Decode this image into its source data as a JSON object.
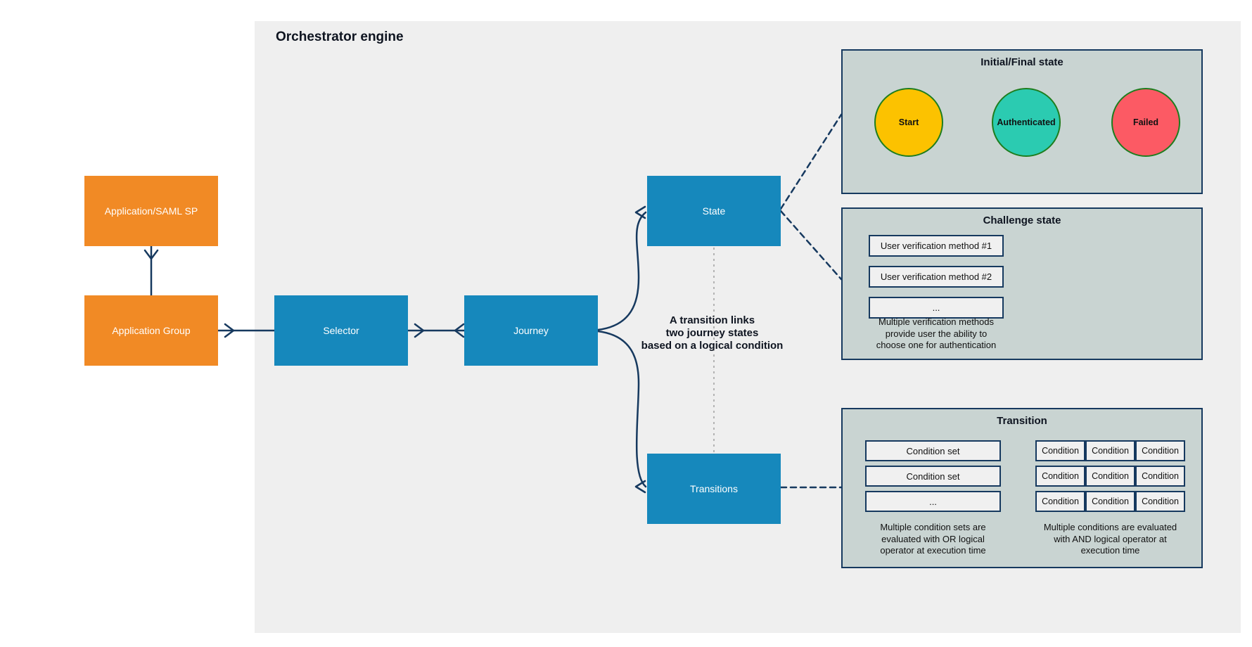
{
  "engine": {
    "title": "Orchestrator engine"
  },
  "nodes": {
    "app_saml": {
      "label": "Application/SAML SP"
    },
    "app_group": {
      "label": "Application Group"
    },
    "selector": {
      "label": "Selector"
    },
    "journey": {
      "label": "Journey"
    },
    "state": {
      "label": "State"
    },
    "transitions": {
      "label": "Transitions"
    }
  },
  "note": {
    "line1": "A transition links",
    "line2": "two journey states",
    "line3": "based on a logical condition"
  },
  "panels": {
    "initial_final": {
      "title": "Initial/Final state",
      "states": [
        {
          "label": "Start",
          "color": "#fcc200"
        },
        {
          "label": "Authenticated",
          "color": "#2bcbb1"
        },
        {
          "label": "Failed",
          "color": "#fc5a64"
        }
      ]
    },
    "challenge": {
      "title": "Challenge state",
      "methods": [
        "User verification method #1",
        "User verification method #2",
        "..."
      ],
      "caption": [
        "Multiple verification methods",
        "provide user the ability to",
        "choose one for authentication"
      ]
    },
    "transition": {
      "title": "Transition",
      "condition_sets": [
        "Condition set",
        "Condition set",
        "..."
      ],
      "or_caption": [
        "Multiple condition sets are",
        "evaluated with OR logical",
        "operator at execution time"
      ],
      "conditions": [
        [
          "Condition",
          "Condition",
          "Condition"
        ],
        [
          "Condition",
          "Condition",
          "Condition"
        ],
        [
          "Condition",
          "Condition",
          "Condition"
        ]
      ],
      "and_caption": [
        "Multiple conditions are evaluated",
        "with AND logical operator at",
        "execution time"
      ]
    }
  },
  "colors": {
    "accent_navy": "#16395f",
    "node_blue": "#1688bc",
    "node_orange": "#f18a25",
    "engine_bg": "#efefef",
    "panel_bg": "#c9d4d2",
    "state_start": "#fcc200",
    "state_authenticated": "#2bcbb1",
    "state_failed": "#fc5a64",
    "circle_stroke": "#1e7d1e",
    "dotted_gray": "#b3b3b3"
  }
}
